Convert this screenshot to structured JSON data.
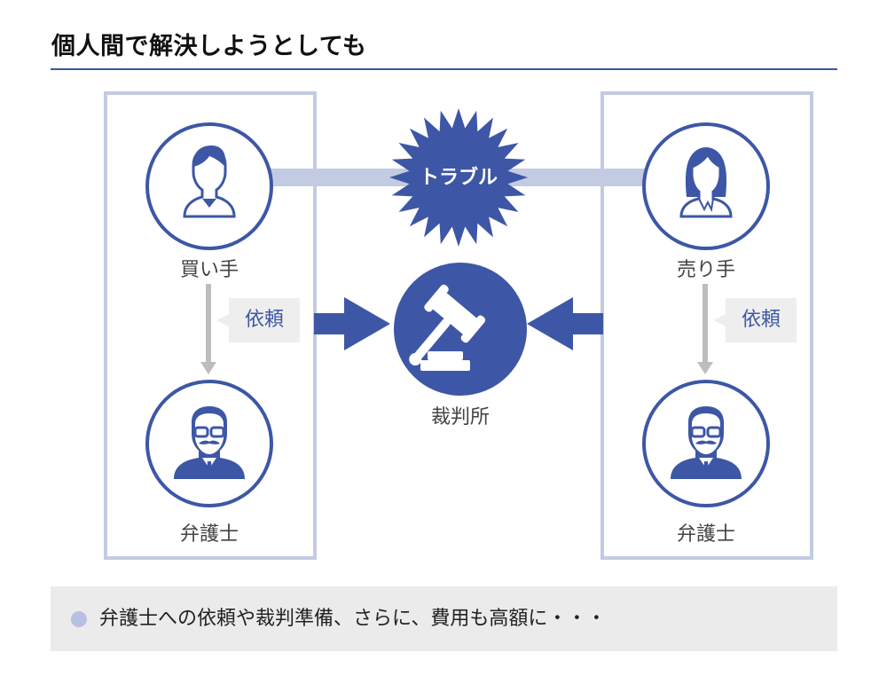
{
  "title": "個人間で解決しようとしても",
  "colors": {
    "accent": "#3d57a6",
    "light_accent": "#c3cbe2",
    "gray_line": "#bdbdbd",
    "tag_bg": "#eeeeee",
    "footer_bg": "#ebebeb"
  },
  "buyer": {
    "label": "買い手",
    "icon": "man-avatar-icon"
  },
  "seller": {
    "label": "売り手",
    "icon": "woman-avatar-icon"
  },
  "lawyer_left": {
    "label": "弁護士",
    "icon": "lawyer-avatar-icon"
  },
  "lawyer_right": {
    "label": "弁護士",
    "icon": "lawyer-avatar-icon"
  },
  "request_left": "依頼",
  "request_right": "依頼",
  "trouble": "トラブル",
  "court": {
    "label": "裁判所",
    "icon": "gavel-icon"
  },
  "footer": {
    "text": "弁護士への依頼や裁判準備、さらに、費用も高額に・・・"
  }
}
